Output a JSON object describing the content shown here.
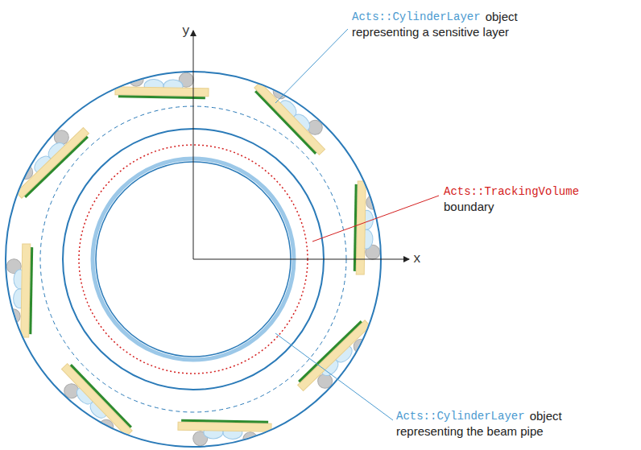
{
  "diagram": {
    "labels": [
      "y",
      "x",
      "Acts::CylinderLayer",
      "object",
      "representing a sensitive layer",
      "Acts::TrackingVolume",
      "boundary",
      "Acts::CylinderLayer",
      "object",
      "representing the beam pipe"
    ]
  }
}
